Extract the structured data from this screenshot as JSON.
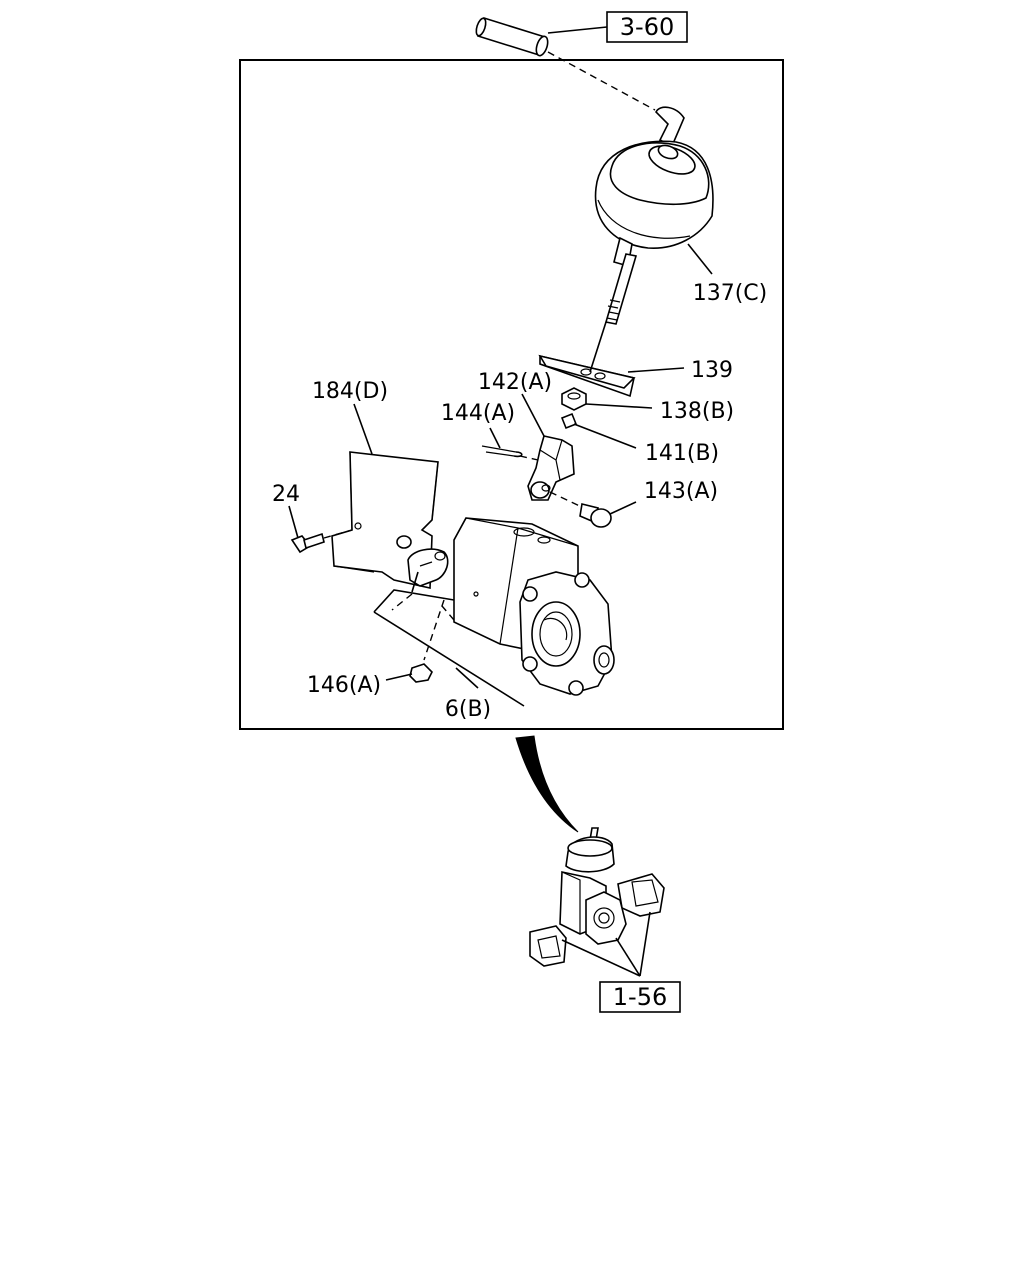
{
  "references": {
    "top": "3-60",
    "bottom": "1-56"
  },
  "labels": {
    "part_137": "137(C)",
    "part_139": "139",
    "part_142": "142(A)",
    "part_138": "138(B)",
    "part_184": "184(D)",
    "part_144": "144(A)",
    "part_141": "141(B)",
    "part_24": "24",
    "part_143": "143(A)",
    "part_146": "146(A)",
    "part_6": "6(B)"
  }
}
